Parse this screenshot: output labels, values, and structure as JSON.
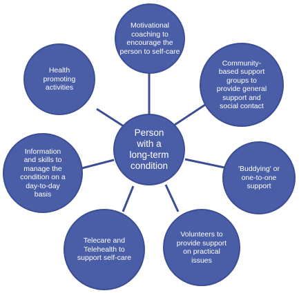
{
  "center": {
    "label": "Person\nwith a\nlong-term\ncondition"
  },
  "nodes": [
    {
      "label": "Motivational\ncoaching to\nencourage the\nperson to self-care"
    },
    {
      "label": "Community-\nbased support\ngroups to\nprovide general\nsupport and\nsocial contact"
    },
    {
      "label": "'Buddying' or\none-to-one\nsupport"
    },
    {
      "label": "Volunteers to\nprovide support\non practical\nissues"
    },
    {
      "label": "Telecare and\nTelehealth to\nsupport self-care"
    },
    {
      "label": "Information\nand skills to\nmanage the\ncondition on a\nday-to-day\nbasis"
    },
    {
      "label": "Health\npromoting\nactivities"
    }
  ],
  "colors": {
    "node_fill": "#4a5ea8",
    "node_border": "#3b4d93",
    "connector": "#3b4d93",
    "text": "#ffffff"
  }
}
